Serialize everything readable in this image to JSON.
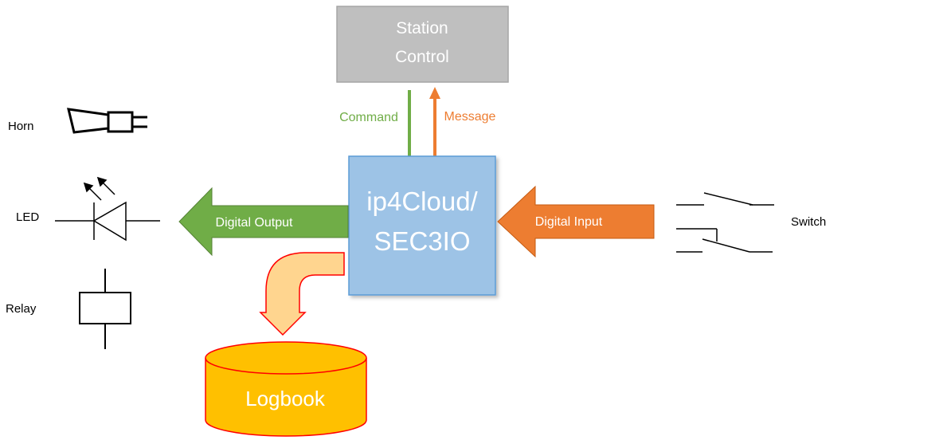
{
  "station": {
    "line1": "Station",
    "line2": "Control",
    "fill": "#bfbfbf",
    "stroke": "#a6a6a6"
  },
  "command": {
    "label": "Command",
    "color": "#70ad47"
  },
  "message": {
    "label": "Message",
    "color": "#ed7d31"
  },
  "device": {
    "line1": "ip4Cloud/",
    "line2": "SEC3IO",
    "fill": "#9dc3e6",
    "stroke": "#5b9bd5"
  },
  "digital_output": {
    "label": "Digital Output",
    "color": "#70ad47"
  },
  "digital_input": {
    "label": "Digital Input",
    "color": "#ed7d31"
  },
  "logbook": {
    "label": "Logbook",
    "fill": "#ffc000",
    "stroke": "#ff0000",
    "arrow_fill": "#ffd58f"
  },
  "outputs": [
    {
      "label": "Horn",
      "icon": "horn-icon"
    },
    {
      "label": "LED",
      "icon": "led-icon"
    },
    {
      "label": "Relay",
      "icon": "relay-icon"
    }
  ],
  "input": {
    "label": "Switch",
    "icon": "switch-icon"
  }
}
